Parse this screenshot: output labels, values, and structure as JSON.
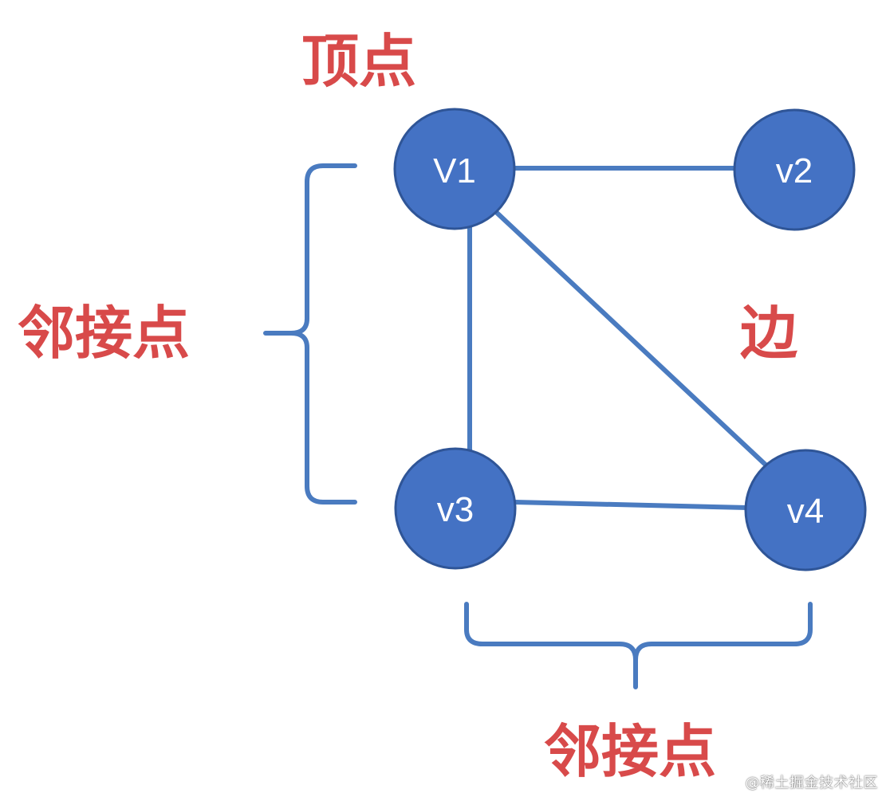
{
  "labels": {
    "vertex": "顶点",
    "edge": "边",
    "adjacent_left": "邻接点",
    "adjacent_bottom": "邻接点"
  },
  "nodes": {
    "v1": "V1",
    "v2": "v2",
    "v3": "v3",
    "v4": "v4"
  },
  "watermark": "@稀土掘金技术社区",
  "colors": {
    "node_fill": "#4472c4",
    "node_stroke": "#2f5597",
    "edge": "#4a7bc0",
    "label": "#d84a4a"
  }
}
